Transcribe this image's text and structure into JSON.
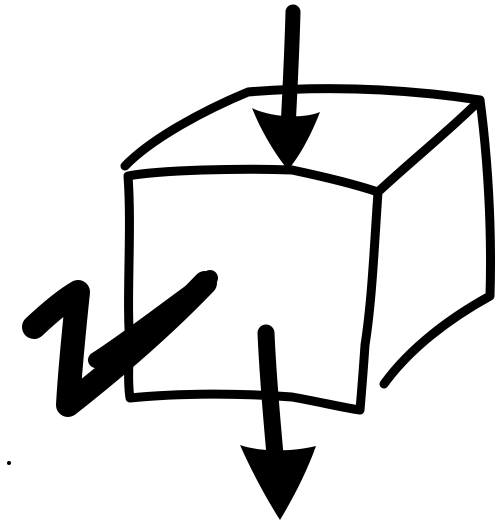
{
  "drawing": {
    "subject": "cube",
    "style": "hand-drawn sketch",
    "ink_color": "#000000",
    "background_color": "#ffffff",
    "elements": [
      {
        "name": "cube-outline-icon",
        "kind": "outline"
      },
      {
        "name": "arrow-down-top-icon",
        "kind": "arrow",
        "direction": "down"
      },
      {
        "name": "arrow-down-bottom-icon",
        "kind": "arrow",
        "direction": "down"
      },
      {
        "name": "zigzag-icon",
        "kind": "zigzag"
      }
    ]
  }
}
